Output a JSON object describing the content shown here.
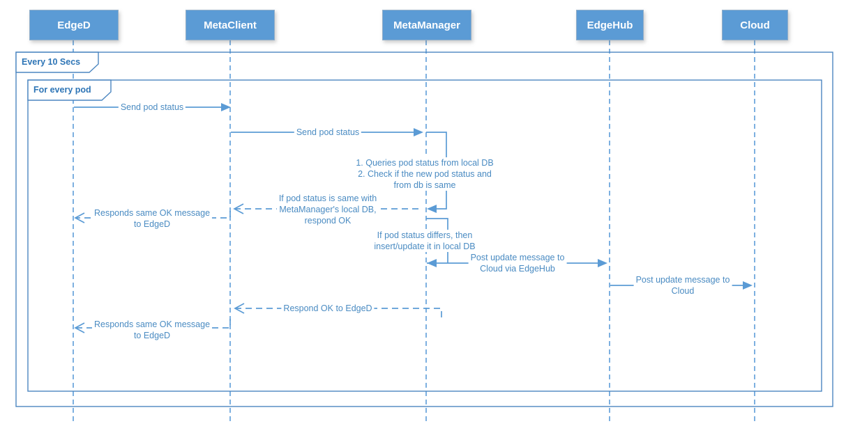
{
  "diagram": {
    "type": "uml-sequence-diagram",
    "participants": [
      {
        "name": "EdgeD"
      },
      {
        "name": "MetaClient"
      },
      {
        "name": "MetaManager"
      },
      {
        "name": "EdgeHub"
      },
      {
        "name": "Cloud"
      }
    ],
    "frames": {
      "outer_label": "Every 10 Secs",
      "inner_label": "For every pod"
    },
    "messages": [
      {
        "from": "EdgeD",
        "to": "MetaClient",
        "type": "solid",
        "label": "Send pod status"
      },
      {
        "from": "MetaClient",
        "to": "MetaManager",
        "type": "solid",
        "label": "Send pod status"
      },
      {
        "from": "MetaManager",
        "to": "MetaManager",
        "type": "self",
        "label": "1. Queries pod status from local DB\n2. Check if the new pod status and\nfrom db is same"
      },
      {
        "from": "MetaManager",
        "to": "MetaClient",
        "type": "dashed-reply",
        "label": "If pod status is same with\nMetaManager's local DB,\nrespond OK"
      },
      {
        "from": "MetaClient",
        "to": "EdgeD",
        "type": "dashed-reply",
        "label": "Responds same OK message\nto EdgeD"
      },
      {
        "from": "MetaManager",
        "to": "MetaManager",
        "type": "self",
        "label": "If pod status differs, then\ninsert/update it in local DB"
      },
      {
        "from": "MetaManager",
        "to": "EdgeHub",
        "type": "solid",
        "label": "Post update message to\nCloud via EdgeHub"
      },
      {
        "from": "EdgeHub",
        "to": "Cloud",
        "type": "solid",
        "label": "Post update message to\nCloud"
      },
      {
        "from": "MetaManager",
        "to": "MetaClient",
        "type": "dashed-reply",
        "label": "Respond OK to EdgeD"
      },
      {
        "from": "MetaClient",
        "to": "EdgeD",
        "type": "dashed-reply",
        "label": "Responds same OK message\nto EdgeD"
      }
    ],
    "colors": {
      "participant_fill": "#5B9BD5",
      "participant_text": "#FFFFFF",
      "lifeline": "#6FA8DC",
      "message_line": "#5B9BD5",
      "frame_border": "#4C86C0",
      "label_text": "#4A8BC2",
      "tab_text": "#2E75B6"
    }
  }
}
